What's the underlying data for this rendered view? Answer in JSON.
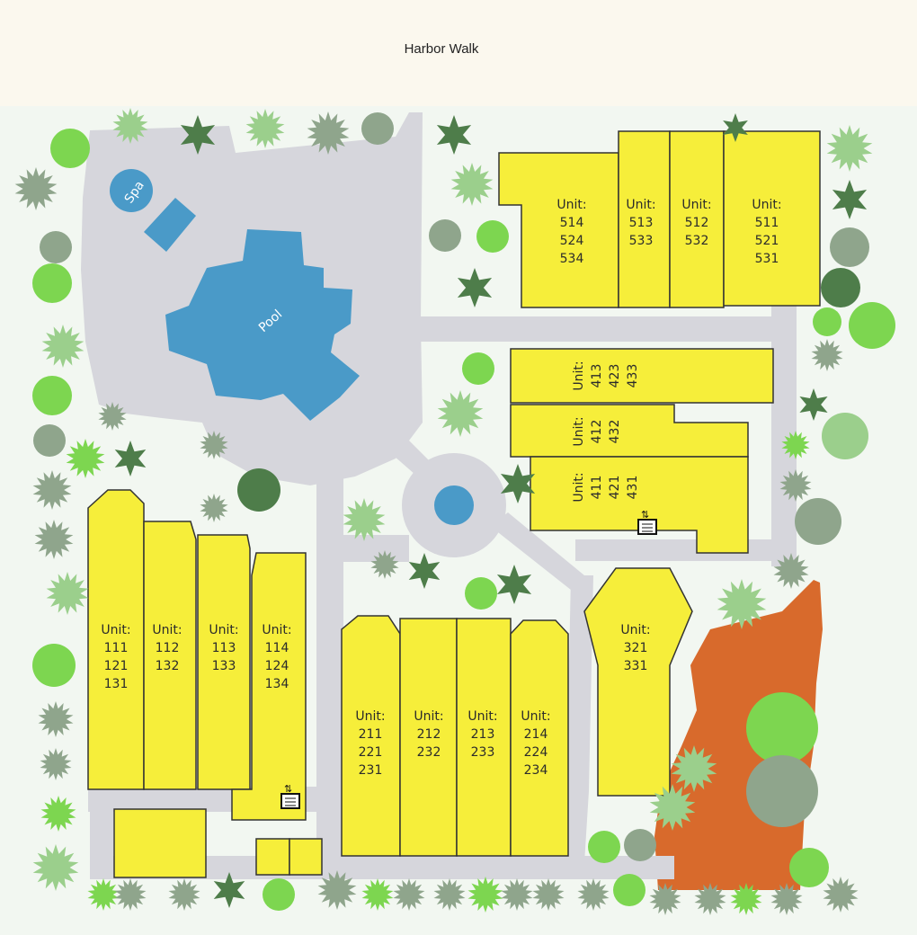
{
  "title": "Harbor Walk",
  "features": {
    "pool_label": "Pool",
    "spa_label": "Spa"
  },
  "buildings": [
    {
      "name": "bldg-511",
      "lines": [
        "Unit:",
        "511",
        "521",
        "531"
      ]
    },
    {
      "name": "bldg-512",
      "lines": [
        "Unit:",
        "512",
        "532"
      ]
    },
    {
      "name": "bldg-513",
      "lines": [
        "Unit:",
        "513",
        "533"
      ]
    },
    {
      "name": "bldg-514",
      "lines": [
        "Unit:",
        "514",
        "524",
        "534"
      ]
    },
    {
      "name": "bldg-413",
      "lines": [
        "Unit:",
        "413",
        "423",
        "433"
      ]
    },
    {
      "name": "bldg-412",
      "lines": [
        "Unit:",
        "412",
        "432"
      ]
    },
    {
      "name": "bldg-411",
      "lines": [
        "Unit:",
        "411",
        "421",
        "431"
      ]
    },
    {
      "name": "bldg-111",
      "lines": [
        "Unit:",
        "111",
        "121",
        "131"
      ]
    },
    {
      "name": "bldg-112",
      "lines": [
        "Unit:",
        "112",
        "132"
      ]
    },
    {
      "name": "bldg-113",
      "lines": [
        "Unit:",
        "113",
        "133"
      ]
    },
    {
      "name": "bldg-114",
      "lines": [
        "Unit:",
        "114",
        "124",
        "134"
      ]
    },
    {
      "name": "bldg-211",
      "lines": [
        "Unit:",
        "211",
        "221",
        "231"
      ]
    },
    {
      "name": "bldg-212",
      "lines": [
        "Unit:",
        "212",
        "232"
      ]
    },
    {
      "name": "bldg-213",
      "lines": [
        "Unit:",
        "213",
        "233"
      ]
    },
    {
      "name": "bldg-214",
      "lines": [
        "Unit:",
        "214",
        "224",
        "234"
      ]
    },
    {
      "name": "bldg-321",
      "lines": [
        "Unit:",
        "321",
        "331"
      ]
    }
  ],
  "icons": [
    "elevator-icon",
    "elevator-icon",
    "elevator-icon"
  ],
  "colors": {
    "building": "#f6ee3a",
    "path": "#d6d6dc",
    "water": "#4a9ac8",
    "lawn": "#f2f7f1",
    "orange_area": "#d86a2c",
    "tree_light": "#7dd650",
    "tree_mid": "#9bcf8c",
    "tree_dark": "#4e7d4a",
    "tree_gray": "#8fa58c"
  }
}
